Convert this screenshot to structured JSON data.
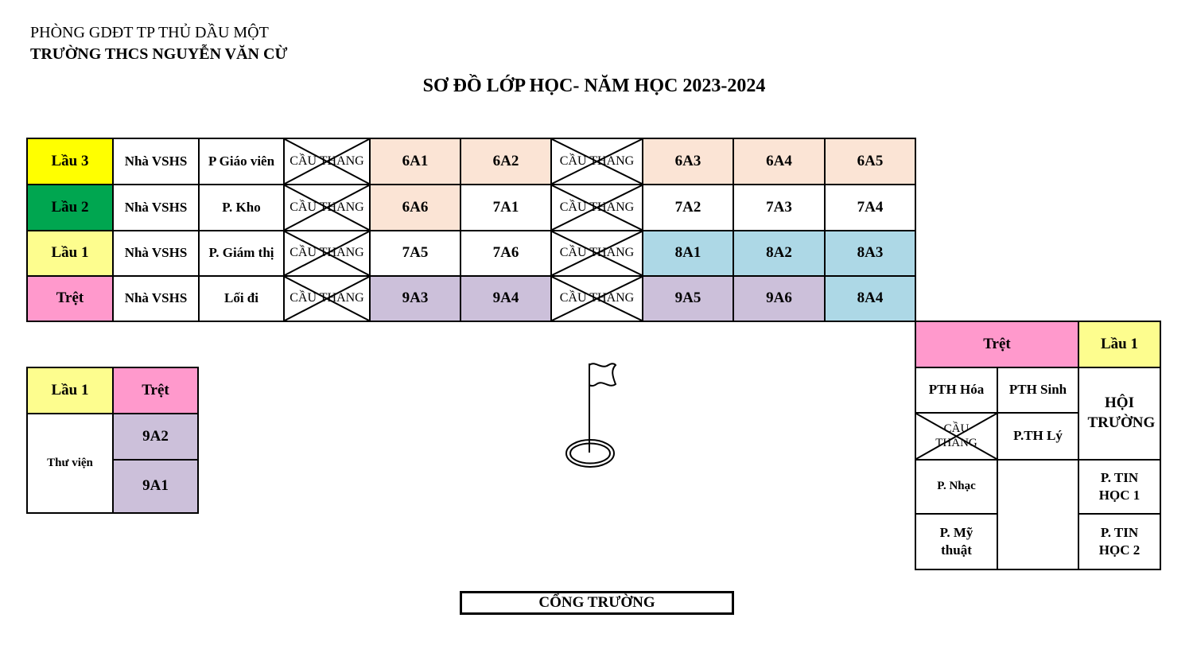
{
  "header": {
    "department": "PHÒNG GDĐT TP THỦ DẦU MỘT",
    "school": "TRƯỜNG THCS NGUYỄN VĂN CỪ",
    "title": "SƠ ĐỒ LỚP HỌC- NĂM HỌC 2023-2024"
  },
  "main_building": {
    "rows": [
      {
        "floor": "Lầu 3",
        "floor_color": "#ffff00",
        "c1": "Nhà VSHS",
        "c2": "P Giáo viên",
        "s1": "CẦU THANG",
        "r1": "6A1",
        "r2": "6A2",
        "s2": "CẦU THANG",
        "r3": "6A3",
        "r4": "6A4",
        "r5": "6A5"
      },
      {
        "floor": "Lầu 2",
        "floor_color": "#00a650",
        "c1": "Nhà VSHS",
        "c2": "P. Kho",
        "s1": "CẦU THANG",
        "r1": "6A6",
        "r2": "7A1",
        "s2": "CẦU THANG",
        "r3": "7A2",
        "r4": "7A3",
        "r5": "7A4"
      },
      {
        "floor": "Lầu 1",
        "floor_color": "#fdfd8e",
        "c1": "Nhà VSHS",
        "c2": "P. Giám thị",
        "s1": "CẦU THANG",
        "r1": "7A5",
        "r2": "7A6",
        "s2": "CẦU THANG",
        "r3": "8A1",
        "r4": "8A2",
        "r5": "8A3"
      },
      {
        "floor": "Trệt",
        "floor_color": "#ff99cc",
        "c1": "Nhà VSHS",
        "c2": "Lối đi",
        "s1": "CẦU THANG",
        "r1": "9A3",
        "r2": "9A4",
        "s2": "CẦU THANG",
        "r3": "9A5",
        "r4": "9A6",
        "r5": "8A4"
      }
    ]
  },
  "left_building": {
    "floor_upper": "Lầu 1",
    "floor_ground": "Trệt",
    "library": "Thư viện",
    "room_a": "9A2",
    "room_b": "9A1"
  },
  "right_building": {
    "floor_ground": "Trệt",
    "floor_upper": "Lầu 1",
    "chem_lab": "PTH Hóa",
    "bio_lab": "PTH Sinh",
    "hall": "HỘI TRƯỜNG",
    "stair": "CẦU THANG",
    "physics_lab": "P.TH Lý",
    "music_room": "P. Nhạc",
    "it_room_1": "P. TIN HỌC 1",
    "art_room": "P. Mỹ thuật",
    "it_room_2": "P. TIN HỌC 2"
  },
  "gate": "CỔNG TRƯỜNG"
}
